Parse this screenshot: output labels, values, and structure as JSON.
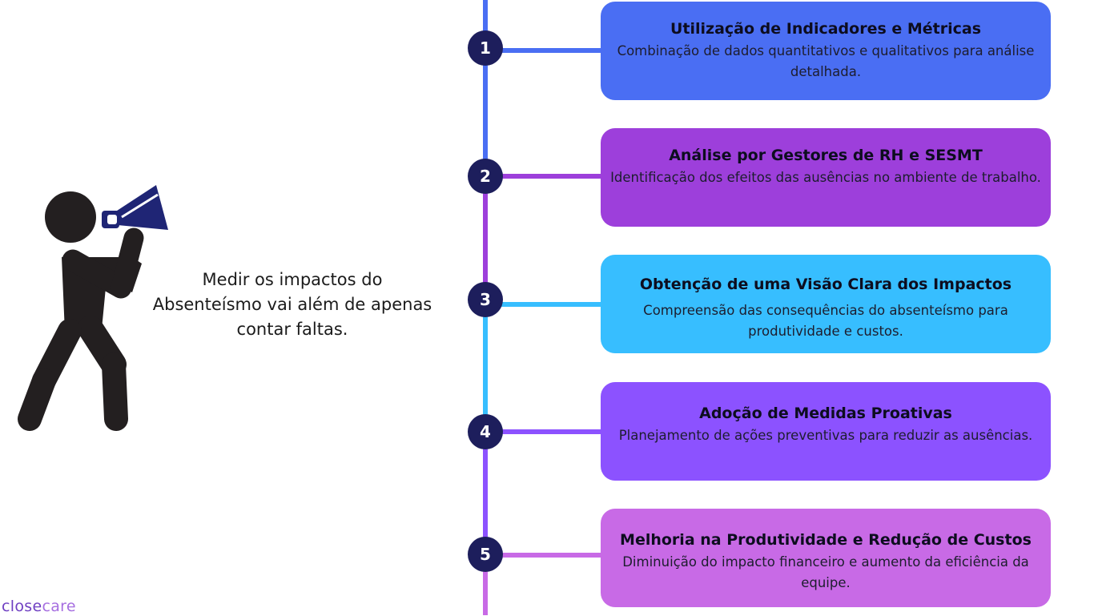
{
  "intro_text": "Medir os impactos do Absenteísmo vai além de apenas contar faltas.",
  "logo": {
    "part1": "close",
    "part2": "care"
  },
  "colors": {
    "badge": "#1d1e5c",
    "figure": "#231f20",
    "megaphone": "#1f2575",
    "step1": "#4a6ef3",
    "step2": "#9d3fdb",
    "step3": "#37beff",
    "step4": "#8c52ff",
    "step5": "#c86ae6"
  },
  "steps": [
    {
      "number": "1",
      "title": "Utilização de Indicadores e Métricas",
      "description": "Combinação de dados quantitativos e qualitativos para análise detalhada."
    },
    {
      "number": "2",
      "title": "Análise por Gestores de RH e SESMT",
      "description": "Identificação dos efeitos das ausências no ambiente de trabalho."
    },
    {
      "number": "3",
      "title": "Obtenção de uma Visão Clara dos Impactos",
      "description": "Compreensão das consequências do absenteísmo para produtividade e custos."
    },
    {
      "number": "4",
      "title": "Adoção de Medidas Proativas",
      "description": "Planejamento de ações preventivas para reduzir as ausências."
    },
    {
      "number": "5",
      "title": "Melhoria na Produtividade e Redução de Custos",
      "description": "Diminuição do impacto financeiro e aumento da eficiência da equipe."
    }
  ]
}
